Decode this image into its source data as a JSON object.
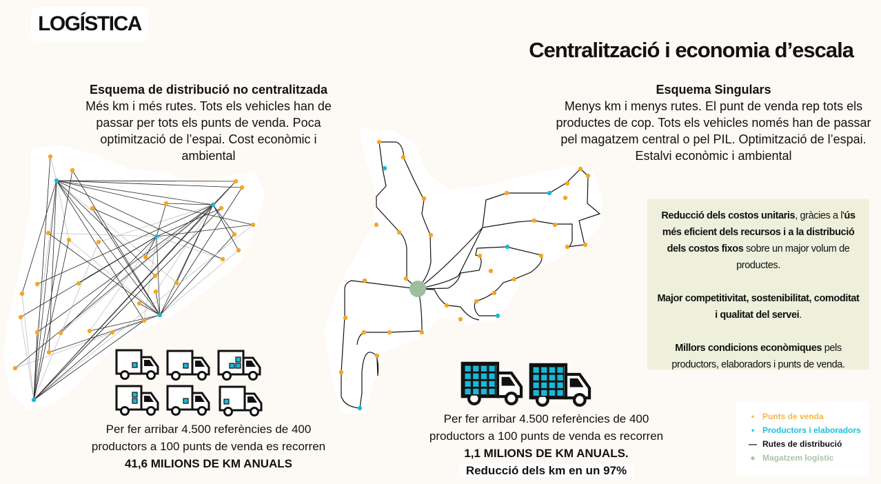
{
  "header": {
    "logo": "LOGÍSTICA",
    "title": "Centralització i economia d’escala"
  },
  "left": {
    "heading": "Esquema de distribució no centralitzada",
    "text": "Més km i més rutes. Tots els vehicles han de passar per tots els punts de venda. Poca optimització de l’espai. Cost econòmic i ambiental",
    "caption_pre": "Per fer arribar 4.500 referències de 400 productors a 100 punts de venda es recorren ",
    "caption_bold": "41,6 MILIONS DE KM ANUALS"
  },
  "right": {
    "heading": "Esquema Singulars",
    "text": "Menys km i menys rutes. El punt de venda rep tots els productes de cop. Tots els vehicles només han de passar pel magatzem central o pel PIL. Optimització de l’espai. Estalvi econòmic i ambiental",
    "caption_pre": "Per fer arribar 4.500 referències de 400 productors a 100 punts de venda es recorren ",
    "caption_bold": "1,1 MILIONS DE KM ANUALS.",
    "caption_reduction": "Reducció dels km en un 97%"
  },
  "benefits": {
    "p1_b1": "Reducció dels costos unitaris",
    "p1_t1": ", gràcies a l'",
    "p1_b2": "ús més eficient dels recursos i a la distribució dels costos fixos",
    "p1_t2": " sobre un major volum de productes.",
    "p2_b": "Major competitivitat, sostenibilitat, comoditat i  qualitat del servei",
    "p2_t": ".",
    "p3_b": "Millors condicions econòmiques",
    "p3_t": " pels productors, elaboradors i punts de venda."
  },
  "legend": [
    {
      "label": "Punts de venda",
      "color": "#f5b942",
      "marker": "•"
    },
    {
      "label": "Productors i elaboradors",
      "color": "#1cc0e0",
      "marker": "•"
    },
    {
      "label": "Rutes de distribució",
      "color": "#111111",
      "marker": "—"
    },
    {
      "label": "Magatzem logístic",
      "color": "#a8c4a8",
      "marker": "●"
    }
  ],
  "colors": {
    "orange": "#f5a623",
    "cyan": "#1bb8d6",
    "hub": "#9dbf9e",
    "box": "#eef0dc"
  }
}
